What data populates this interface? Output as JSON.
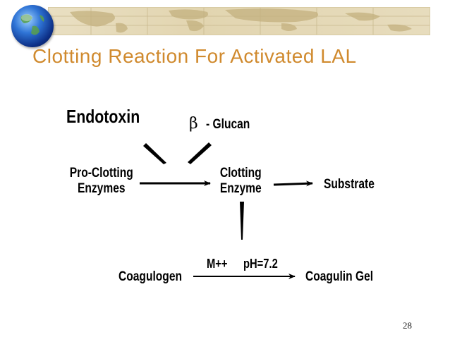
{
  "slide": {
    "title": "Clotting  Reaction  For  Activated  LAL",
    "page_number": "28"
  },
  "diagram": {
    "endotoxin": "Endotoxin",
    "beta_symbol": "β",
    "glucan": "- Glucan",
    "pro_clotting_line1": "Pro-Clotting",
    "pro_clotting_line2": "Enzymes",
    "clotting_line1": "Clotting",
    "clotting_line2": "Enzyme",
    "substrate": "Substrate",
    "metal_ion": "M++",
    "ph_condition": "pH=7.2",
    "coagulogen": "Coagulogen",
    "coagulin_gel": "Coagulin  Gel"
  }
}
